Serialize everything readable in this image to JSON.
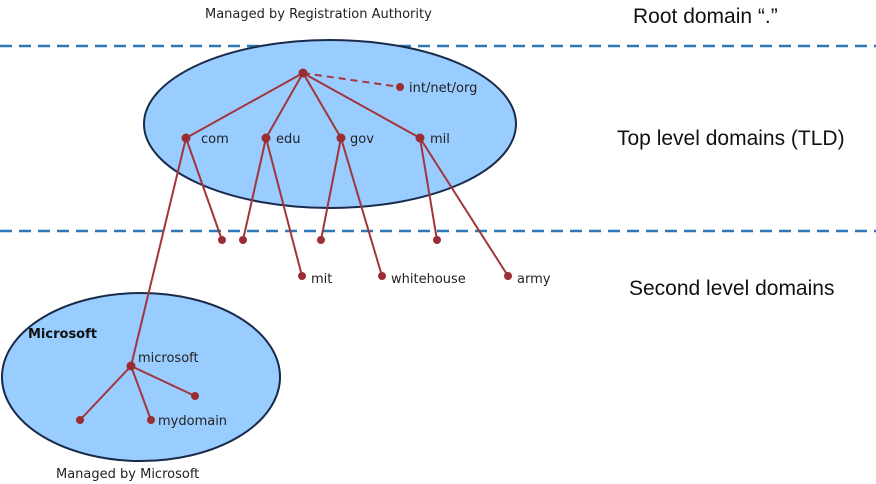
{
  "caption_top": "Managed by Registration Authority",
  "caption_bottom": "Managed by Microsoft",
  "level_labels": {
    "root": "Root domain “.”",
    "tld": "Top level domains (TLD)",
    "second": "Second level domains"
  },
  "zone_label": "Microsoft",
  "nodes": {
    "int_net_org": "int/net/org",
    "com": "com",
    "edu": "edu",
    "gov": "gov",
    "mil": "mil",
    "mit": "mit",
    "whitehouse": "whitehouse",
    "army": "army",
    "microsoft": "microsoft",
    "mydomain": "mydomain"
  },
  "colors": {
    "edge": "#a2353a",
    "node": "#9b2e33",
    "zone_fill": "#99ccff",
    "divider": "#2f78b8"
  }
}
